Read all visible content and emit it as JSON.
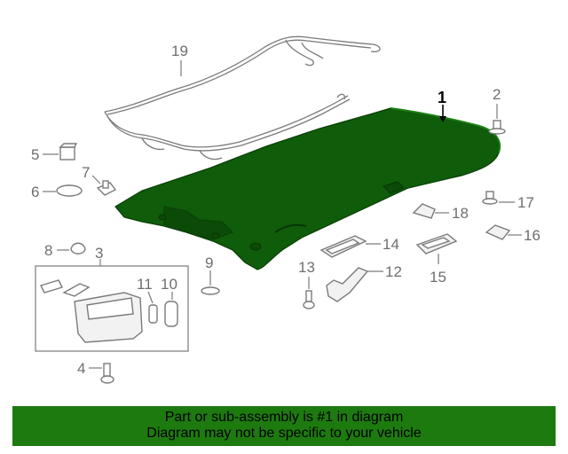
{
  "diagram": {
    "callouts": [
      "1",
      "2",
      "3",
      "4",
      "5",
      "6",
      "7",
      "8",
      "9",
      "10",
      "11",
      "12",
      "13",
      "14",
      "15",
      "16",
      "17",
      "18",
      "19"
    ],
    "highlight_color": "#0f5c0a",
    "line_color": "#7a7a7a"
  },
  "banner": {
    "line1": "Part or sub-assembly is #1 in diagram",
    "line2": "Diagram may not be specific to your vehicle",
    "background": "#1d7a0f"
  }
}
